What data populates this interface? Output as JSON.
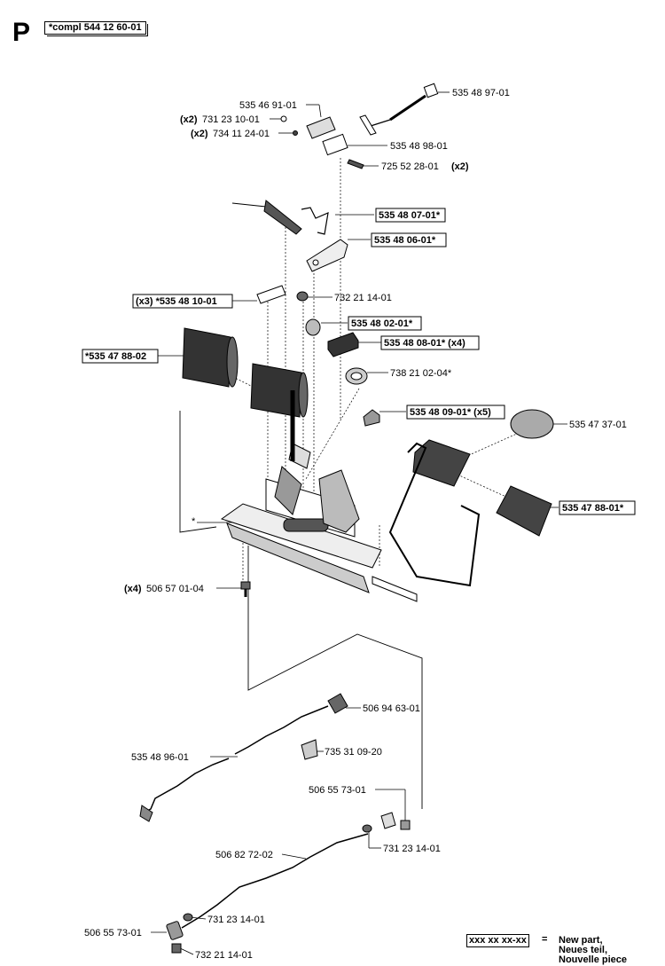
{
  "header": {
    "section_letter": "P",
    "assembly_number": "*compl 544 12 60-01"
  },
  "parts": {
    "p1": "535 48 97-01",
    "p2": "535 46 91-01",
    "p3q": "(x2)",
    "p3": "731 23 10-01",
    "p4q": "(x2)",
    "p4": "734 11 24-01",
    "p5": "535 48 98-01",
    "p6": "725 52 28-01",
    "p6q": "(x2)",
    "p7": "535 48 07-01*",
    "p8": "535 48 06-01*",
    "p9": "(x3) *535 48 10-01",
    "p10": "732 21 14-01",
    "p11": "535 48 02-01*",
    "p12": "535 48 08-01* (x4)",
    "p13": "*535 47 88-02",
    "p14": "738 21 02-04*",
    "p15": "535 48 09-01* (x5)",
    "p16": "535 47 37-01",
    "p17": "535 47 88-01*",
    "p18": "*",
    "p19q": "(x4)",
    "p19": "506 57 01-04",
    "p20": "506 94 63-01",
    "p21": "535 48 96-01",
    "p22": "735 31 09-20",
    "p23": "506 55 73-01",
    "p24": "731 23 14-01",
    "p25": "506 82 72-02",
    "p26": "731 23 14-01",
    "p27": "506 55 73-01",
    "p28": "732 21 14-01"
  },
  "legend": {
    "sample": "xxx xx xx-xx",
    "equals": "=",
    "line1": "New part,",
    "line2": "Neues teil,",
    "line3": "Nouvelle piece"
  }
}
